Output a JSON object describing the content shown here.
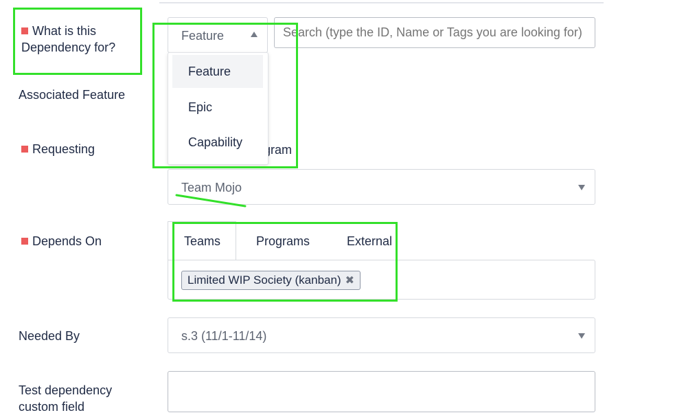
{
  "form": {
    "dependency_for": {
      "label": "What is this Dependency for?",
      "selected": "Feature",
      "options": [
        "Feature",
        "Epic",
        "Capability"
      ]
    },
    "search": {
      "placeholder": "Search (type the ID, Name or Tags you are looking for)"
    },
    "associated_feature": {
      "label": "Associated Feature"
    },
    "requesting": {
      "label": "Requesting",
      "partial_tab": "gram",
      "selected": "Team Mojo"
    },
    "depends_on": {
      "label": "Depends On",
      "tabs": [
        "Teams",
        "Programs",
        "External"
      ],
      "active_tab": "Teams",
      "chip": "Limited WIP Society (kanban)"
    },
    "needed_by": {
      "label": "Needed By",
      "selected": "s.3 (11/1-11/14)"
    },
    "custom_field": {
      "label": "Test dependency custom field"
    }
  },
  "colors": {
    "required_marker": "#ec5b5b",
    "highlight": "#33e02a",
    "text": "#1f2a44"
  },
  "icons": {
    "required": "red-square-icon",
    "caret_up": "caret-up-icon",
    "caret_down": "caret-down-icon",
    "remove_chip": "close-icon"
  }
}
